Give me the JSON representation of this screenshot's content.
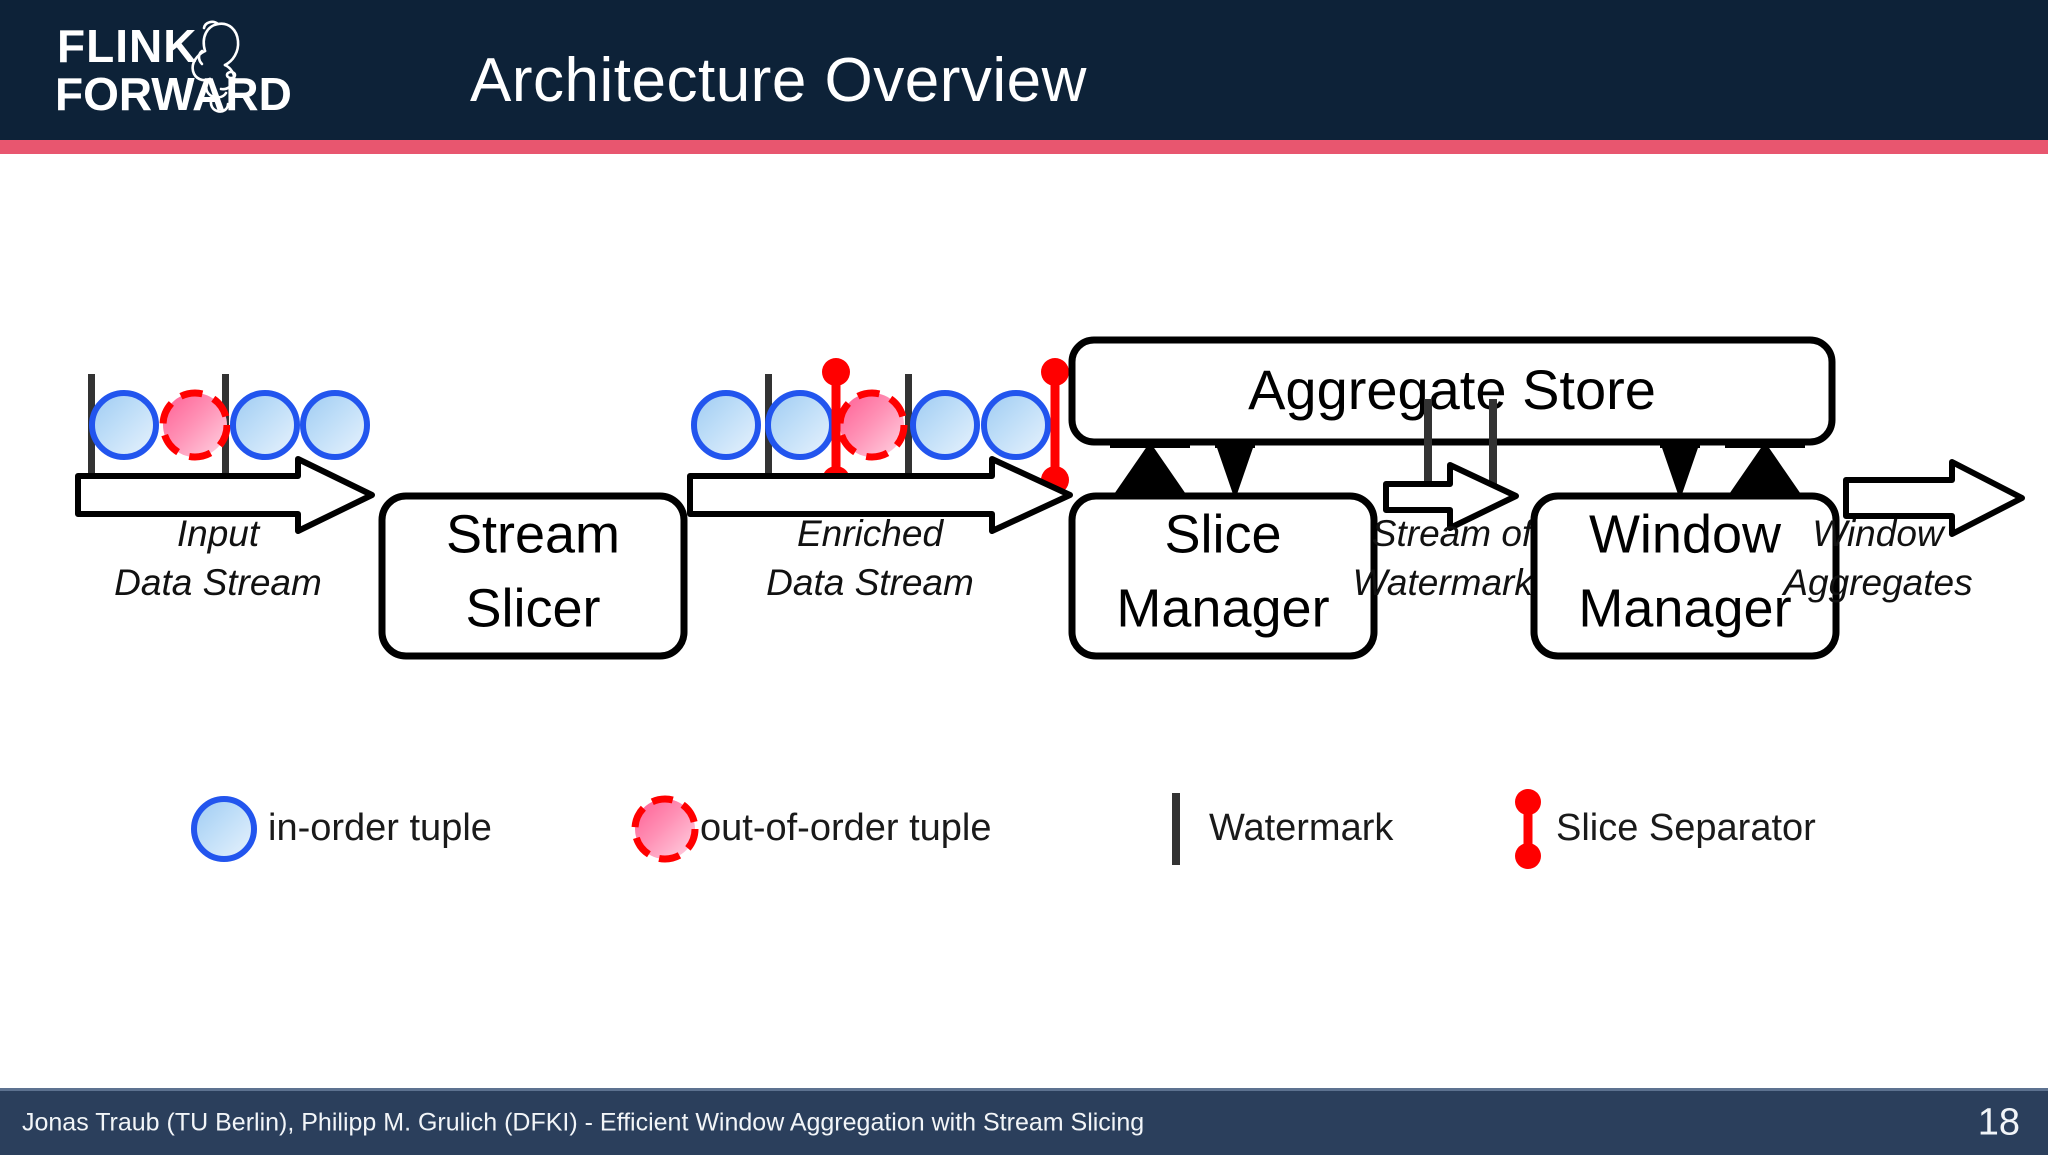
{
  "header": {
    "title": "Architecture Overview",
    "logo_line1": "FLINK",
    "logo_line2": "FORWARD",
    "logo_icon": "squirrel-icon",
    "bg_color": "#0d2238",
    "accent_color": "#e8566f"
  },
  "diagram": {
    "boxes": [
      {
        "id": "stream-slicer",
        "line1": "Stream",
        "line2": "Slicer"
      },
      {
        "id": "aggregate-store",
        "line1": "Aggregate Store",
        "line2": ""
      },
      {
        "id": "slice-manager",
        "line1": "Slice",
        "line2": "Manager"
      },
      {
        "id": "window-manager",
        "line1": "Window",
        "line2": "Manager"
      }
    ],
    "stream_labels": [
      {
        "id": "input-data-stream",
        "line1": "Input",
        "line2": "Data Stream"
      },
      {
        "id": "enriched-data-stream",
        "line1": "Enriched",
        "line2": "Data Stream"
      },
      {
        "id": "stream-of-watermarks",
        "line1": "Stream of",
        "line2": "Watermarks"
      },
      {
        "id": "window-aggregates",
        "line1": "Window",
        "line2": "Aggregates"
      }
    ],
    "input_stream_tuples": [
      "in-order",
      "out-of-order",
      "in-order",
      "in-order"
    ],
    "enriched_stream_tuples": [
      "in-order",
      "in-order",
      "out-of-order",
      "in-order",
      "in-order"
    ],
    "input_stream_watermarks": 2,
    "enriched_stream_watermarks": 2,
    "enriched_stream_slice_separators": 2,
    "watermark_stream_watermarks": 2,
    "colors": {
      "tuple_in_order_border": "#2255ee",
      "tuple_in_order_fill": "#bcdcf7",
      "tuple_out_of_order_border": "#ff0000",
      "tuple_out_of_order_fill": "#ff9fc0",
      "watermark": "#333333",
      "slice_separator": "#ff0000",
      "box_border": "#000000",
      "box_fill": "#ffffff"
    }
  },
  "legend": {
    "items": [
      {
        "id": "in-order-tuple",
        "icon": "blue-circle-icon",
        "label": "in-order tuple"
      },
      {
        "id": "out-of-order-tuple",
        "icon": "pink-dashed-circle-icon",
        "label": "out-of-order tuple"
      },
      {
        "id": "watermark",
        "icon": "vertical-bar-icon",
        "label": "Watermark"
      },
      {
        "id": "slice-separator",
        "icon": "red-dumbbell-icon",
        "label": "Slice Separator"
      }
    ]
  },
  "footer": {
    "text": "Jonas Traub (TU Berlin), Philipp M. Grulich (DFKI) - Efficient Window Aggregation with Stream Slicing",
    "page": "18",
    "bg_color": "#2b3f5c"
  }
}
